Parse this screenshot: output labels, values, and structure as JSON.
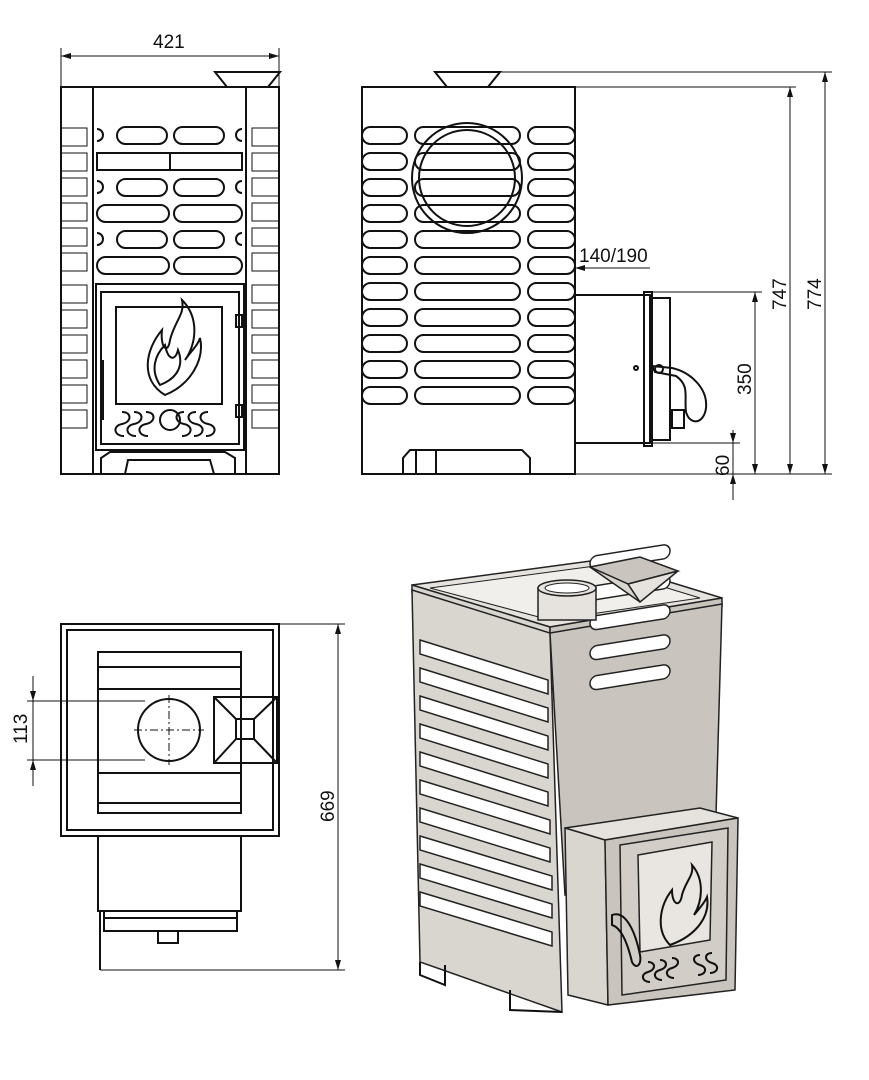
{
  "dimensions": {
    "width_front": "421",
    "firebox_extension": "140/190",
    "height_body": "747",
    "height_total": "774",
    "door_height": "350",
    "door_offset": "60",
    "chimney_offset": "113",
    "depth_total": "669"
  },
  "colors": {
    "line": "#111111",
    "metal": "#d9d6d0",
    "metal_dark": "#c9c5be",
    "background": "#ffffff"
  },
  "icons": {
    "flame": "flame-icon",
    "chimney": "chimney-pipe-icon",
    "stone_funnel": "water-funnel-icon"
  }
}
